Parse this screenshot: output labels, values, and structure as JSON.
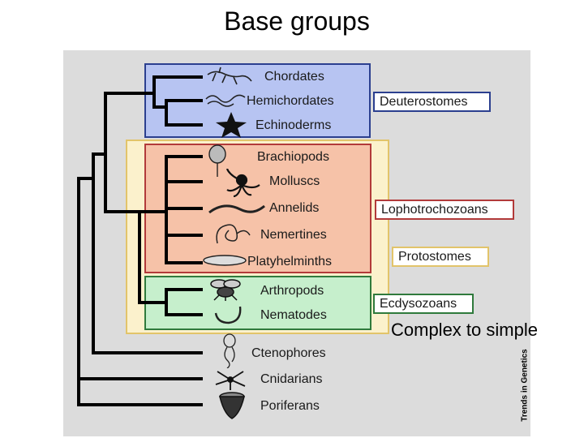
{
  "title": "Base groups",
  "taxa": {
    "chordates": "Chordates",
    "hemichordates": "Hemichordates",
    "echinoderms": "Echinoderms",
    "brachiopods": "Brachiopods",
    "molluscs": "Molluscs",
    "annelids": "Annelids",
    "nemertines": "Nemertines",
    "platyhelminths": "Platyhelminths",
    "arthropods": "Arthropods",
    "nematodes": "Nematodes",
    "ctenophores": "Ctenophores",
    "cnidarians": "Cnidarians",
    "poriferans": "Poriferans"
  },
  "groups": {
    "deuterostomes": "Deuterostomes",
    "lophotrochozoans": "Lophotrochozoans",
    "protostomes": "Protostomes",
    "ecdysozoans": "Ecdysozoans"
  },
  "colors": {
    "deuterostomes_fill": "#b7c4f2",
    "deuterostomes_border": "#2b3f8f",
    "protostomes_fill": "#fbf1cc",
    "protostomes_border": "#e2c46a",
    "lophotrochozoans_fill": "#f6c2a8",
    "lophotrochozoans_border": "#b23a3a",
    "ecdysozoans_fill": "#c6efcc",
    "ecdysozoans_border": "#2f7a3c",
    "panel": "#dcdcdc"
  },
  "credit": "Trends in Genetics",
  "note": "Complex to simple"
}
